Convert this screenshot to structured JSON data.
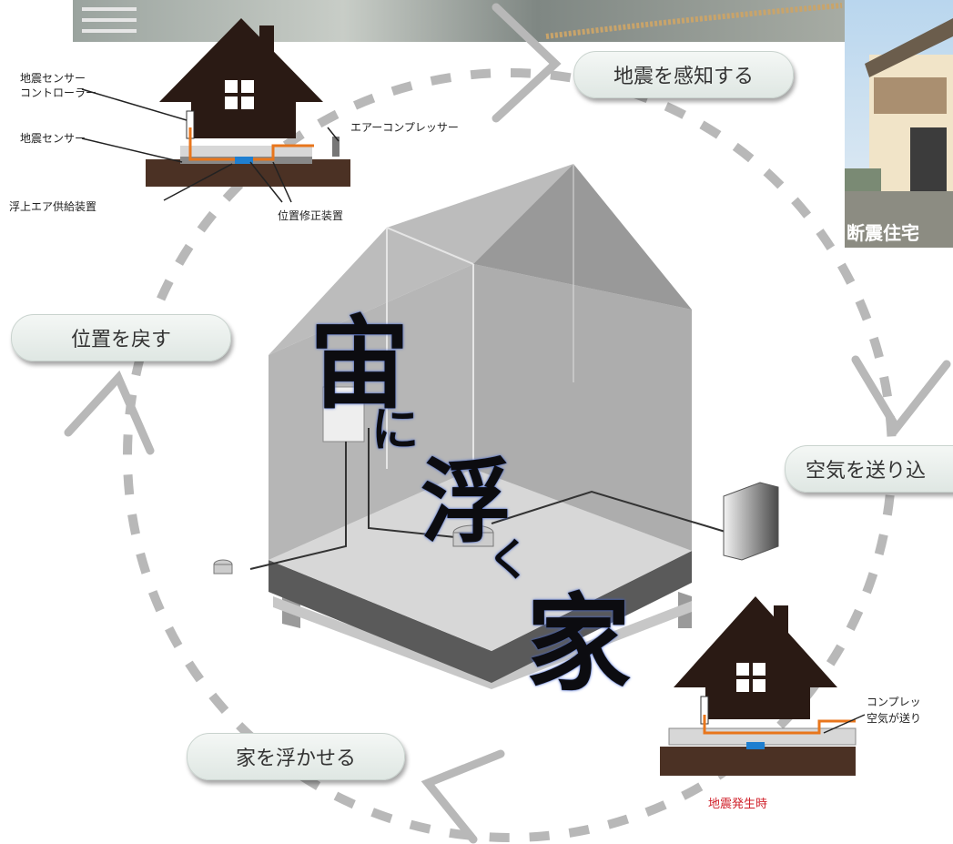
{
  "cycle_steps": {
    "detect": "地震を感知する",
    "send_air": "空気を送り込",
    "float_house": "家を浮かせる",
    "return_position": "位置を戻す"
  },
  "top_diagram": {
    "controller_label": "地震センサー\nコントローラー",
    "sensor_label": "地震センサー",
    "compressor_label": "エアーコンプレッサー",
    "air_supply_label": "浮上エア供給装置",
    "position_corrector_label": "位置修正装置"
  },
  "bottom_diagram": {
    "note_line1": "コンプレッ",
    "note_line2": "空気が送り",
    "caption": "地震発生時"
  },
  "photo": {
    "caption": "断震住宅"
  },
  "title": {
    "char1": "宙",
    "char2": "に",
    "char3": "浮",
    "char4": "く",
    "char5": "家"
  },
  "colors": {
    "house_dark": "#2a1a14",
    "pipe_orange": "#e8761c",
    "arrow_grey": "#b8b8b8",
    "red_caption": "#d0202a"
  }
}
